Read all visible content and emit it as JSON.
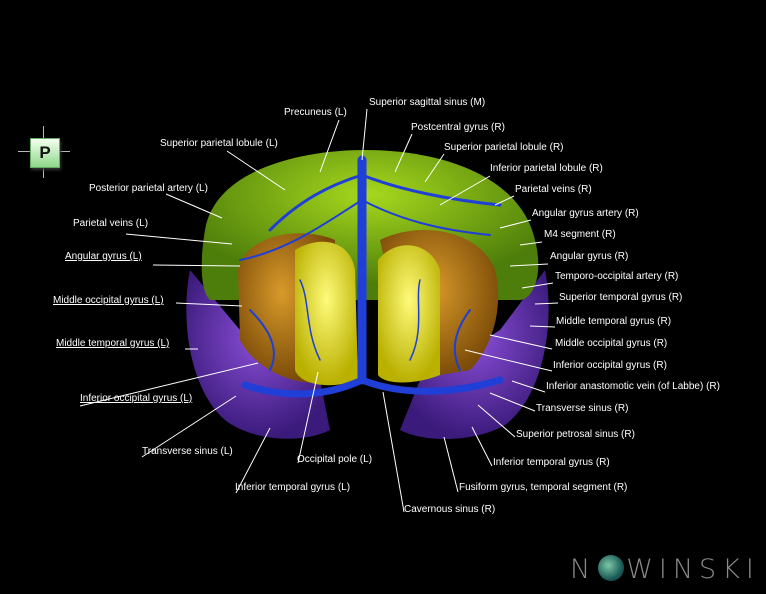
{
  "orientation": {
    "marker": "P"
  },
  "logo": {
    "text_left": "N",
    "text_right": "WINSKI",
    "icon": "globe-icon"
  },
  "labels": [
    {
      "id": "sup-sag-sinus",
      "text": "Superior sagittal sinus (M)"
    },
    {
      "id": "precuneus-l",
      "text": "Precuneus (L)"
    },
    {
      "id": "postcentral-r",
      "text": "Postcentral gyrus (R)"
    },
    {
      "id": "sup-par-lobule-l",
      "text": "Superior parietal lobule (L)"
    },
    {
      "id": "sup-par-lobule-r",
      "text": "Superior parietal lobule (R)"
    },
    {
      "id": "inf-par-lobule-r",
      "text": "Inferior parietal lobule (R)"
    },
    {
      "id": "post-par-artery-l",
      "text": "Posterior parietal artery (L)"
    },
    {
      "id": "par-veins-r",
      "text": "Parietal veins (R)"
    },
    {
      "id": "angular-artery-r",
      "text": "Angular gyrus artery (R)"
    },
    {
      "id": "par-veins-l",
      "text": "Parietal veins (L)"
    },
    {
      "id": "m4-r",
      "text": "M4 segment (R)"
    },
    {
      "id": "angular-l",
      "text": "Angular gyrus (L)"
    },
    {
      "id": "angular-r",
      "text": "Angular gyrus (R)"
    },
    {
      "id": "temp-occ-artery-r",
      "text": "Temporo-occipital artery (R)"
    },
    {
      "id": "mid-occ-l",
      "text": "Middle occipital gyrus (L)"
    },
    {
      "id": "sup-temp-r",
      "text": "Superior temporal gyrus (R)"
    },
    {
      "id": "mid-temp-r",
      "text": "Middle temporal gyrus (R)"
    },
    {
      "id": "mid-temp-l",
      "text": "Middle temporal gyrus (L)"
    },
    {
      "id": "mid-occ-r",
      "text": "Middle occipital gyrus (R)"
    },
    {
      "id": "inf-occ-r",
      "text": "Inferior occipital gyrus (R)"
    },
    {
      "id": "labbe-r",
      "text": "Inferior anastomotic vein (of Labbe) (R)"
    },
    {
      "id": "inf-occ-l",
      "text": "Inferior occipital gyrus (L)"
    },
    {
      "id": "trans-sinus-r",
      "text": "Transverse sinus (R)"
    },
    {
      "id": "sup-petrosal-r",
      "text": "Superior petrosal sinus (R)"
    },
    {
      "id": "trans-sinus-l",
      "text": "Transverse sinus (L)"
    },
    {
      "id": "occ-pole-l",
      "text": "Occipital pole (L)"
    },
    {
      "id": "inf-temp-r",
      "text": "Inferior temporal gyrus (R)"
    },
    {
      "id": "inf-temp-l",
      "text": "Inferior temporal gyrus (L)"
    },
    {
      "id": "fusiform-r",
      "text": "Fusiform gyrus, temporal segment (R)"
    },
    {
      "id": "cavernous-r",
      "text": "Cavernous sinus (R)"
    }
  ]
}
